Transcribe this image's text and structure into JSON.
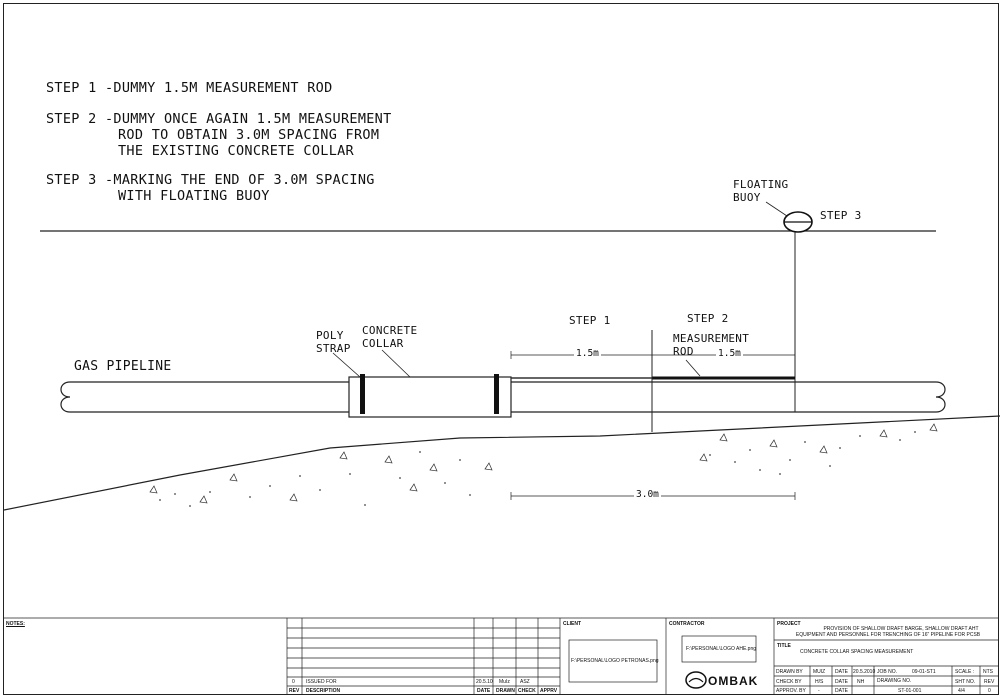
{
  "steps": [
    {
      "line1": "STEP 1 -DUMMY 1.5M MEASUREMENT ROD",
      "line2": "",
      "line3": ""
    },
    {
      "line1": "STEP 2 -DUMMY ONCE AGAIN 1.5M MEASUREMENT",
      "line2": "ROD TO OBTAIN 3.0M SPACING FROM",
      "line3": "THE EXISTING CONCRETE COLLAR"
    },
    {
      "line1": "STEP 3 -MARKING THE END OF 3.0M SPACING",
      "line2": "WITH FLOATING BUOY",
      "line3": ""
    }
  ],
  "labels": {
    "floating_buoy_1": "FLOATING",
    "floating_buoy_2": "BUOY",
    "step3": "STEP 3",
    "step1": "STEP 1",
    "step2": "STEP 2",
    "measurement_rod_1": "MEASUREMENT",
    "measurement_rod_2": "ROD",
    "poly_strap_1": "POLY",
    "poly_strap_2": "STRAP",
    "concrete_collar_1": "CONCRETE",
    "concrete_collar_2": "COLLAR",
    "gas_pipeline": "GAS PIPELINE",
    "dim_1_5m_a": "1.5m",
    "dim_1_5m_b": "1.5m",
    "dim_3_0m": "3.0m"
  },
  "title_block": {
    "notes": "NOTES:",
    "rev_row": {
      "rev": "0",
      "description": "ISSUED FOR",
      "date": "20.5.10",
      "drawn": "MuIz",
      "check": "ASZ"
    },
    "rev_headers": {
      "rev": "REV",
      "description": "DESCRIPTION",
      "date": "DATE",
      "drawn": "DRAWN",
      "check": "CHECK",
      "approv": "APPRV"
    },
    "client_label": "CLIENT",
    "client_logo": "F:\\PERSONAL\\LOGO PETRONAS.png",
    "contractor_label": "CONTRACTOR",
    "contractor_logo": "F:\\PERSONAL\\LOGO AHE.png",
    "company": "OMBAK",
    "project_label": "PROJECT",
    "project_1": "PROVISION OF SHALLOW DRAFT BARGE, SHALLOW DRAFT AHT",
    "project_2": "EQUIPMENT AND PERSONNEL FOR TRENCHING OF 16\" PIPELINE FOR PCSB",
    "title_label": "TITLE",
    "title": "CONCRETE COLLAR SPACING MEASUREMENT",
    "drawn_by_label": "DRAWN BY",
    "drawn_by": "MUIZ",
    "check_by_label": "CHECK BY",
    "check_by": "H/S",
    "approv_by_label": "APPROV. BY",
    "approv_by": "-",
    "date_label": "DATE",
    "date_1": "20.5.2010",
    "date_2": "NH",
    "job_no_label": "JOB NO.",
    "job_no": "09-01-ST1",
    "drawing_no_label": "DRAWING NO.",
    "drawing_no": "ST-01-001",
    "scale_label": "SCALE :",
    "scale": "NTS",
    "sht_no_label": "SHT NO.",
    "sht_no": "4/4",
    "rev_label": "REV",
    "rev": "0"
  }
}
